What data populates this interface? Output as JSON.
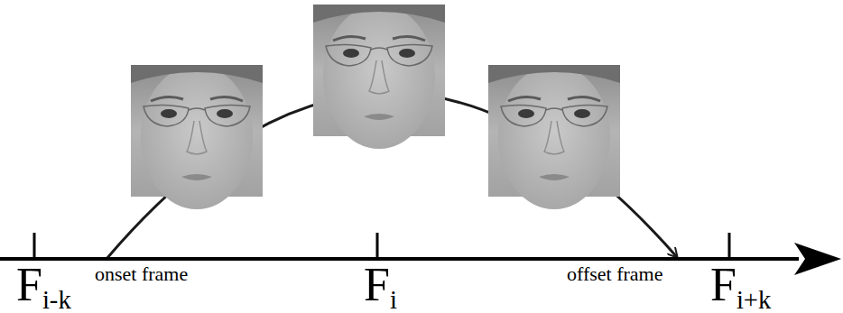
{
  "diagram": {
    "labels": [
      "Fi-k",
      "onset frame",
      "Fi",
      "offset frame",
      "Fi+k"
    ]
  }
}
